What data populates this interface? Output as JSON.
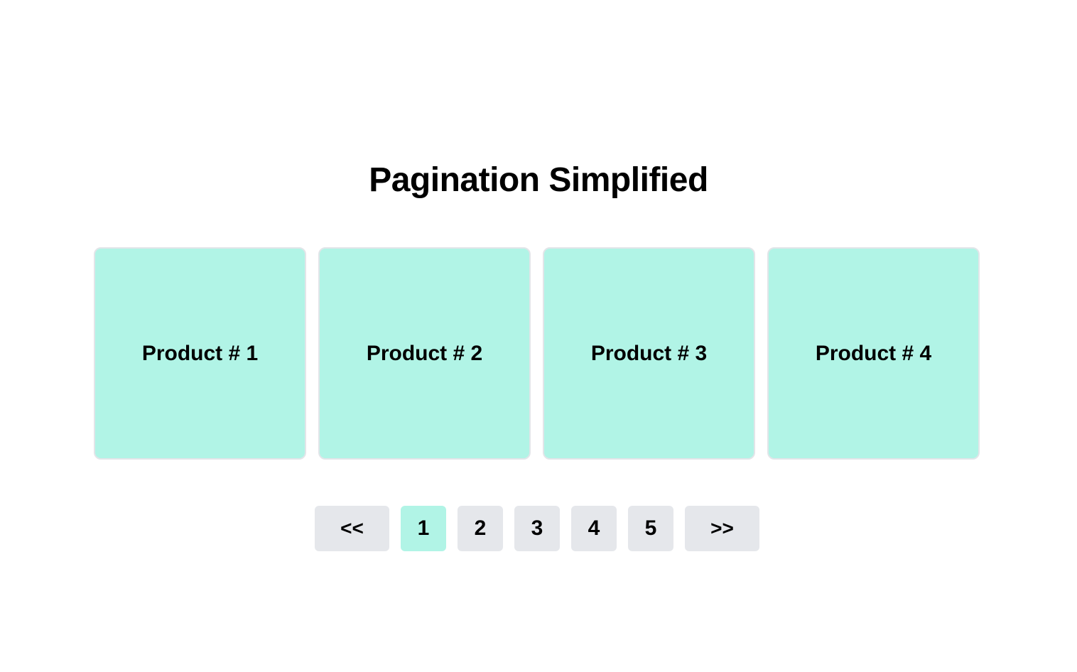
{
  "title": "Pagination Simplified",
  "products": [
    {
      "label": "Product # 1"
    },
    {
      "label": "Product # 2"
    },
    {
      "label": "Product # 3"
    },
    {
      "label": "Product # 4"
    }
  ],
  "pagination": {
    "prev_label": "<<",
    "next_label": ">>",
    "pages": [
      "1",
      "2",
      "3",
      "4",
      "5"
    ],
    "current_page": "1"
  },
  "colors": {
    "card_background": "#b1f4e6",
    "active_page_background": "#b1f4e6",
    "page_button_background": "#e5e7eb",
    "card_border": "#e2e5e9"
  }
}
